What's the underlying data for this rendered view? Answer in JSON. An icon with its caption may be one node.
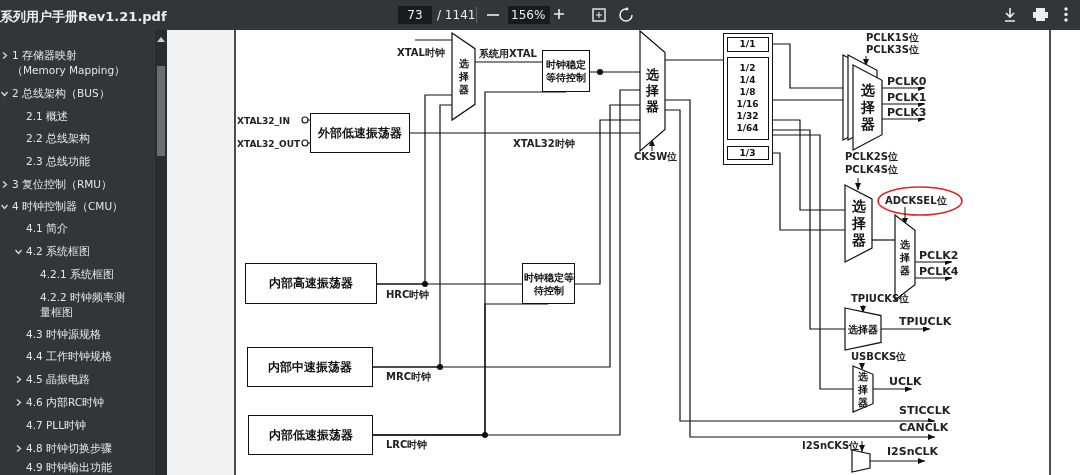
{
  "diagram": {
    "nodes": [
      {
        "text": [
          "外部低速振荡器"
        ],
        "beside": [
          "XTAL32_IN",
          "XTAL32_OUT"
        ]
      },
      {
        "text": [
          "内部高速振荡器"
        ]
      },
      {
        "text": [
          "内部中速振荡器"
        ]
      },
      {
        "text": [
          "内部低速振荡器"
        ]
      },
      {
        "text": [
          "时钟稳定等待控制"
        ]
      },
      {
        "text": [
          "时钟稳定等待控制"
        ]
      },
      {
        "text": [
          "选择器"
        ]
      },
      {
        "text": [
          "选择器"
        ],
        "beside": [
          "CKSW位"
        ]
      },
      {
        "text": [],
        "shape": "box"
      },
      {
        "text": [
          "1/1"
        ],
        "in": 8
      },
      {
        "text": [
          "1/2",
          "1/4",
          "1/8",
          "1/16",
          "1/32",
          "1/64"
        ],
        "in": 8
      },
      {
        "text": [
          "1/3"
        ],
        "in": 8
      },
      {
        "text": [
          "选择器"
        ],
        "beside": [
          "PCLK1S位",
          "PCLK3S位"
        ]
      },
      {
        "text": [
          "选择器"
        ],
        "beside": [
          "PCLK2S位",
          "PCLK4S位"
        ]
      },
      {
        "text": [
          "选择器"
        ],
        "beside": [
          "ADCKSEL位"
        ]
      },
      {
        "text": [
          "选择器"
        ],
        "beside": [
          "TPIUCKS位"
        ]
      },
      {
        "text": [
          "选择器"
        ],
        "beside": [
          "USBCKS位"
        ]
      },
      {
        "text": [],
        "shape": "trapezoid",
        "beside": [
          "I2SnCKS位"
        ]
      }
    ],
    "edges": [
      {
        "from": 6,
        "to": 4,
        "arrow": "none",
        "label": "系统用XTAL"
      },
      {
        "from": 4,
        "to": 7,
        "arrow": "none"
      },
      {
        "from": 0,
        "to": 7,
        "arrow": "none",
        "label": "XTAL32时钟"
      },
      {
        "from": 1,
        "to": 5,
        "arrow": "none",
        "label": "HRC时钟"
      },
      {
        "from": 5,
        "to": 7,
        "arrow": "none"
      },
      {
        "from": 2,
        "to": 7,
        "arrow": "none",
        "label": "MRC时钟"
      },
      {
        "from": 3,
        "to": 7,
        "arrow": "none",
        "label": "LRC时钟"
      },
      {
        "from": 7,
        "to": 8,
        "arrow": "none"
      },
      {
        "from": 9,
        "to": 12,
        "arrow": "none"
      },
      {
        "from": 10,
        "to": 12,
        "arrow": "none"
      },
      {
        "from": 10,
        "to": 13,
        "arrow": "none"
      },
      {
        "from": 11,
        "to": 13,
        "arrow": "none"
      },
      {
        "from": 13,
        "to": 14,
        "arrow": "none"
      },
      {
        "from": 14,
        "to": null,
        "arrow": "to",
        "label": "PCLK2"
      },
      {
        "from": 14,
        "to": null,
        "arrow": "to",
        "label": "PCLK4"
      },
      {
        "from": 12,
        "to": null,
        "arrow": "to",
        "label": "PCLK0"
      },
      {
        "from": 12,
        "to": null,
        "arrow": "to",
        "label": "PCLK1"
      },
      {
        "from": 12,
        "to": null,
        "arrow": "to",
        "label": "PCLK3"
      },
      {
        "from": 15,
        "to": null,
        "arrow": "to",
        "label": "TPIUCLK"
      },
      {
        "from": 16,
        "to": null,
        "arrow": "to",
        "label": "UCLK"
      },
      {
        "from": 7,
        "to": null,
        "arrow": "to",
        "label": "STICCLK"
      },
      {
        "from": 7,
        "to": null,
        "arrow": "to",
        "label": "CANCLK"
      },
      {
        "from": 17,
        "to": null,
        "arrow": "to",
        "label": "I2SnCLK"
      },
      {
        "from": 10,
        "to": 15,
        "arrow": "none"
      },
      {
        "from": 10,
        "to": 16,
        "arrow": "none"
      },
      {
        "from": 3,
        "to": 4,
        "arrow": "none"
      },
      {
        "from": 3,
        "to": 5,
        "arrow": "none"
      },
      {
        "from": 2,
        "to": 6,
        "arrow": "none"
      },
      {
        "from": 1,
        "to": 6,
        "arrow": "none"
      },
      {
        "from": null,
        "to": 6,
        "arrow": "none",
        "label": "XTAL时钟"
      }
    ],
    "labels": [
      "系列用户手册Rev1.21.pdf",
      "73",
      "/ 1141",
      "156%",
      "1 存储器映射（Memory Mapping）",
      "2 总线架构（BUS）",
      "2.1 概述",
      "2.2 总线架构",
      "2.3 总线功能",
      "3 复位控制（RMU）",
      "4 时钟控制器（CMU）",
      "4.1 简介",
      "4.2 系统框图",
      "4.2.1 系统框图",
      "4.2.2 时钟频率测量框图",
      "4.3 时钟源规格",
      "4.4 工作时钟规格",
      "4.5 晶振电路",
      "4.6 内部RC时钟",
      "4.7 PLL时钟",
      "4.8 时钟切换步骤",
      "4.9 时钟输出功能"
    ]
  }
}
